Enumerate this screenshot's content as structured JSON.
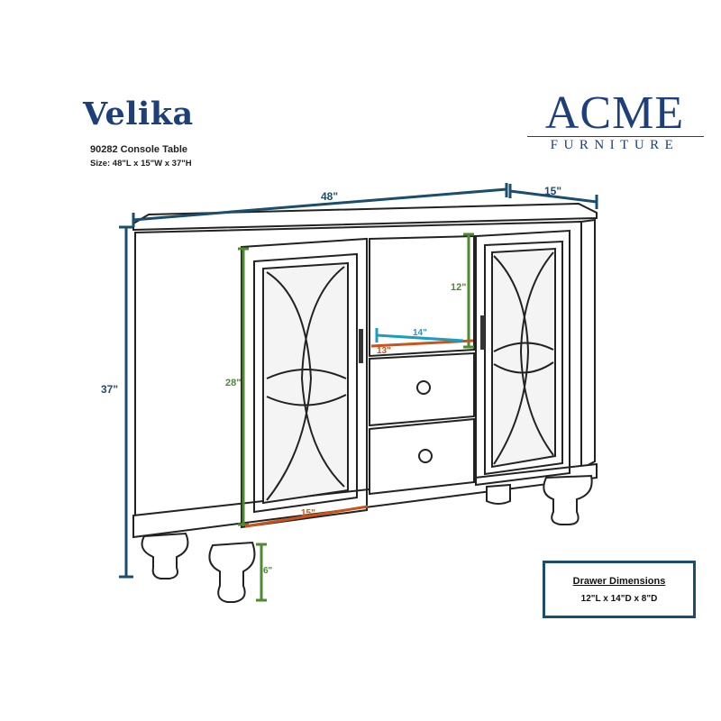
{
  "product": {
    "name": "Velika",
    "model": "90282 Console Table",
    "size": "Size: 48\"L x 15\"W x 37\"H"
  },
  "brand": {
    "name": "ACME",
    "sub": "FURNITURE"
  },
  "dimensions": {
    "length": "48\"",
    "depth": "15\"",
    "height": "37\"",
    "door_height": "28\"",
    "door_width": "15\"",
    "shelf_height": "12\"",
    "shelf_depth": "14\"",
    "shelf_width": "13\"",
    "leg_height": "6\""
  },
  "drawer_box": {
    "title": "Drawer Dimensions",
    "value": "12\"L x 14\"D x 8\"D"
  },
  "colors": {
    "navy": "#1b4d6e",
    "green": "#4e8a2f",
    "orange": "#c9531a",
    "cyan": "#1a9cc4",
    "brand": "#1d3f7a"
  }
}
